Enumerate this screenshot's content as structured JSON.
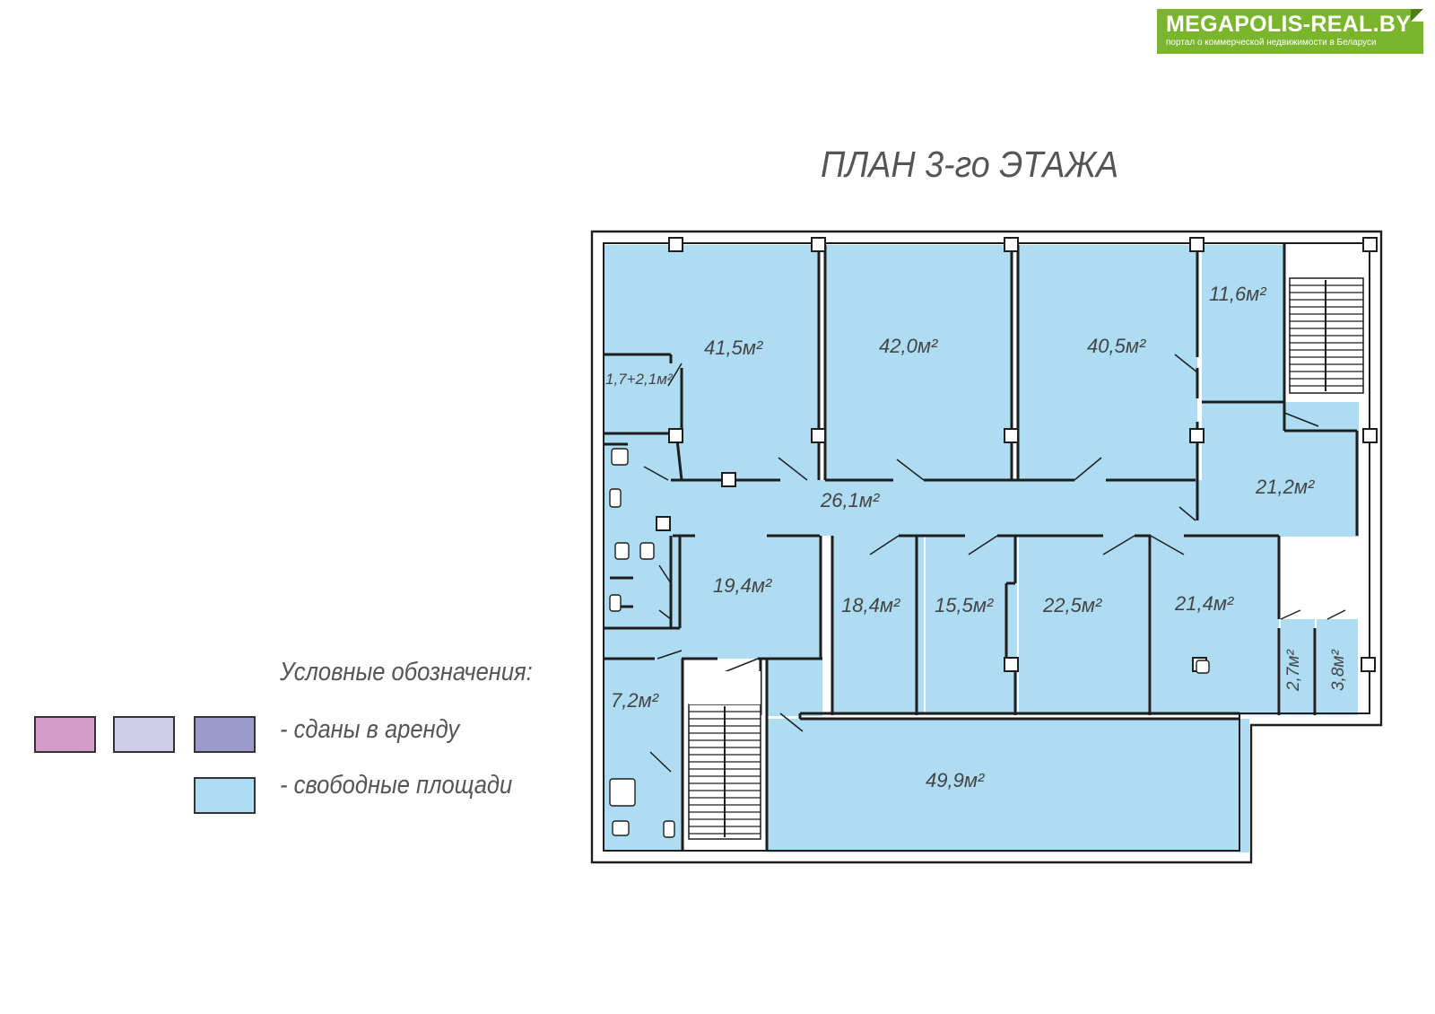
{
  "logo": {
    "title": "MEGAPOLIS-REAL.BY",
    "subtitle": "портал о коммерческой недвижимости в Беларуси",
    "color": "#7ab52c"
  },
  "plan": {
    "title": "ПЛАН 3-го ЭТАЖА",
    "room_fill": "#aedcf2",
    "wall_color": "#1e1e1e",
    "rooms": [
      {
        "id": "r1",
        "area": "41,5м²",
        "status": "free"
      },
      {
        "id": "r2",
        "area": "42,0м²",
        "status": "free"
      },
      {
        "id": "r3",
        "area": "40,5м²",
        "status": "free"
      },
      {
        "id": "r4",
        "area": "11,6м²",
        "status": "free"
      },
      {
        "id": "r5",
        "area": "1,7+2,1м²",
        "status": "free"
      },
      {
        "id": "r6",
        "area": "26,1м²",
        "status": "free"
      },
      {
        "id": "r7",
        "area": "21,2м²",
        "status": "free"
      },
      {
        "id": "r8",
        "area": "19,4м²",
        "status": "free"
      },
      {
        "id": "r9",
        "area": "18,4м²",
        "status": "free"
      },
      {
        "id": "r10",
        "area": "15,5м²",
        "status": "free"
      },
      {
        "id": "r11",
        "area": "22,5м²",
        "status": "free"
      },
      {
        "id": "r12",
        "area": "21,4м²",
        "status": "free"
      },
      {
        "id": "r13",
        "area": "2,7м²",
        "status": "free"
      },
      {
        "id": "r14",
        "area": "3,8м²",
        "status": "free"
      },
      {
        "id": "r15",
        "area": "7,2м²",
        "status": "free"
      },
      {
        "id": "r16",
        "area": "49,9м²",
        "status": "free"
      }
    ]
  },
  "legend": {
    "heading": "Условные обозначения:",
    "rented_label": "- сданы в аренду",
    "free_label": "- свободные площади",
    "rented_colors": [
      "#d49ac8",
      "#cfcde9",
      "#9b9acb"
    ],
    "free_color": "#aedcf2"
  }
}
